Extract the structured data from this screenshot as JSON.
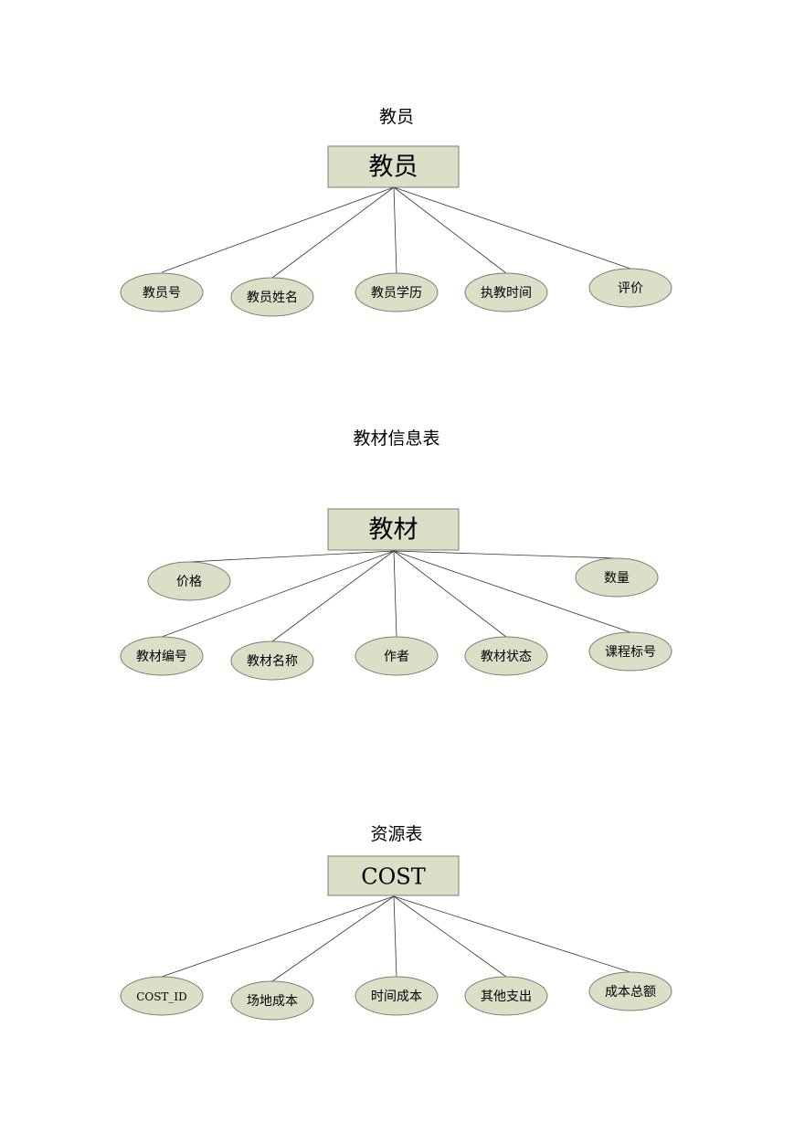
{
  "diagrams": [
    {
      "title": "教员",
      "entity": "教员",
      "attributes": [
        "教员号",
        "教员姓名",
        "教员学历",
        "执教时间",
        "评价"
      ]
    },
    {
      "title": "教材信息表",
      "entity": "教材",
      "attributes": [
        "价格",
        "数量",
        "教材编号",
        "教材名称",
        "作者",
        "教材状态",
        "课程标号"
      ]
    },
    {
      "title": "资源表",
      "entity": "COST",
      "attributes": [
        "COST_ID",
        "场地成本",
        "时间成本",
        "其他支出",
        "成本总额"
      ]
    }
  ],
  "colors": {
    "shape_fill": "#dadfc8",
    "shape_stroke": "#7c7f6e",
    "line": "#333333"
  }
}
